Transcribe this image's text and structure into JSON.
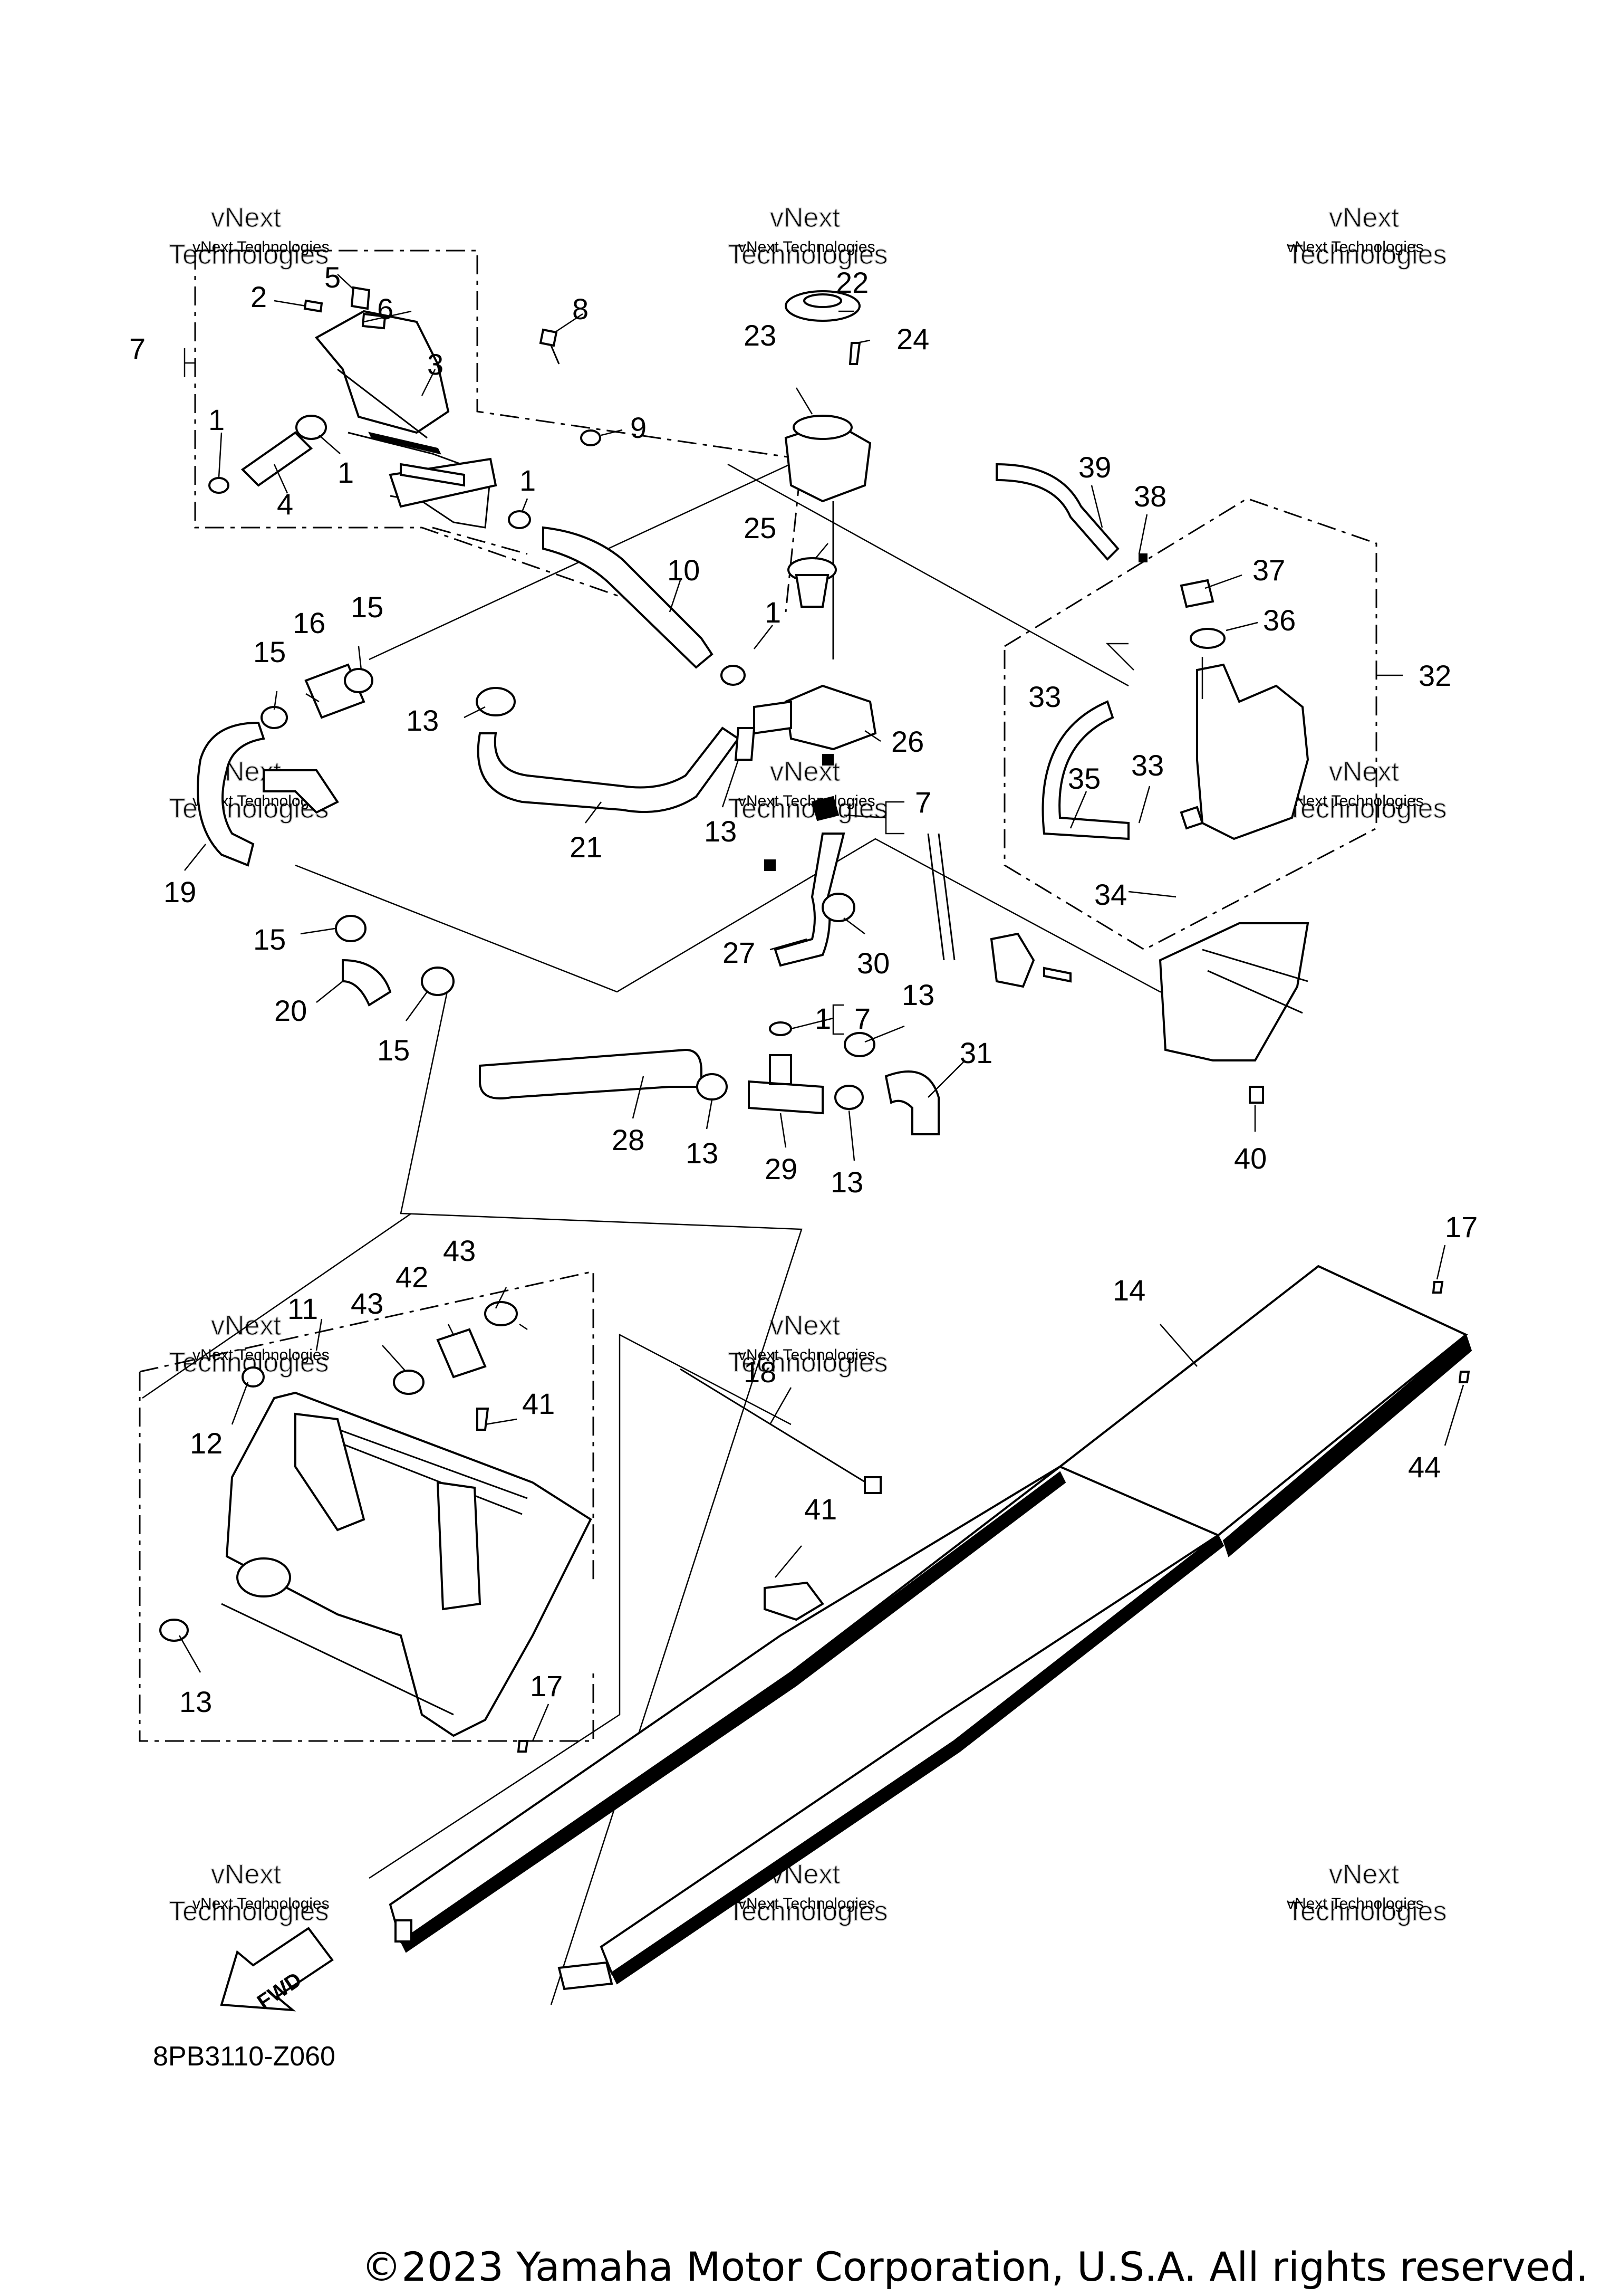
{
  "diagram": {
    "code": "8PB3110-Z060",
    "fwd_label": "FWD",
    "watermark_line1": "vNext Technologies",
    "watermark_line2": "vNext",
    "watermark_line3": "Technologies",
    "callouts": {
      "c1": "1",
      "c2": "2",
      "c3": "3",
      "c4": "4",
      "c5": "5",
      "c6": "6",
      "c7": "7",
      "c8": "8",
      "c9": "9",
      "c10": "10",
      "c11": "11",
      "c12": "12",
      "c13": "13",
      "c14": "14",
      "c15": "15",
      "c16": "16",
      "c17": "17",
      "c18": "18",
      "c19": "19",
      "c20": "20",
      "c21": "21",
      "c22": "22",
      "c23": "23",
      "c24": "24",
      "c25": "25",
      "c26": "26",
      "c27": "27",
      "c28": "28",
      "c29": "29",
      "c30": "30",
      "c31": "31",
      "c32": "32",
      "c33": "33",
      "c34": "34",
      "c35": "35",
      "c36": "36",
      "c37": "37",
      "c38": "38",
      "c39": "39",
      "c40": "40",
      "c41": "41",
      "c42": "42",
      "c43": "43",
      "c44": "44"
    }
  },
  "footer": {
    "copyright": "©2023 Yamaha Motor Corporation, U.S.A. All rights reserved."
  }
}
